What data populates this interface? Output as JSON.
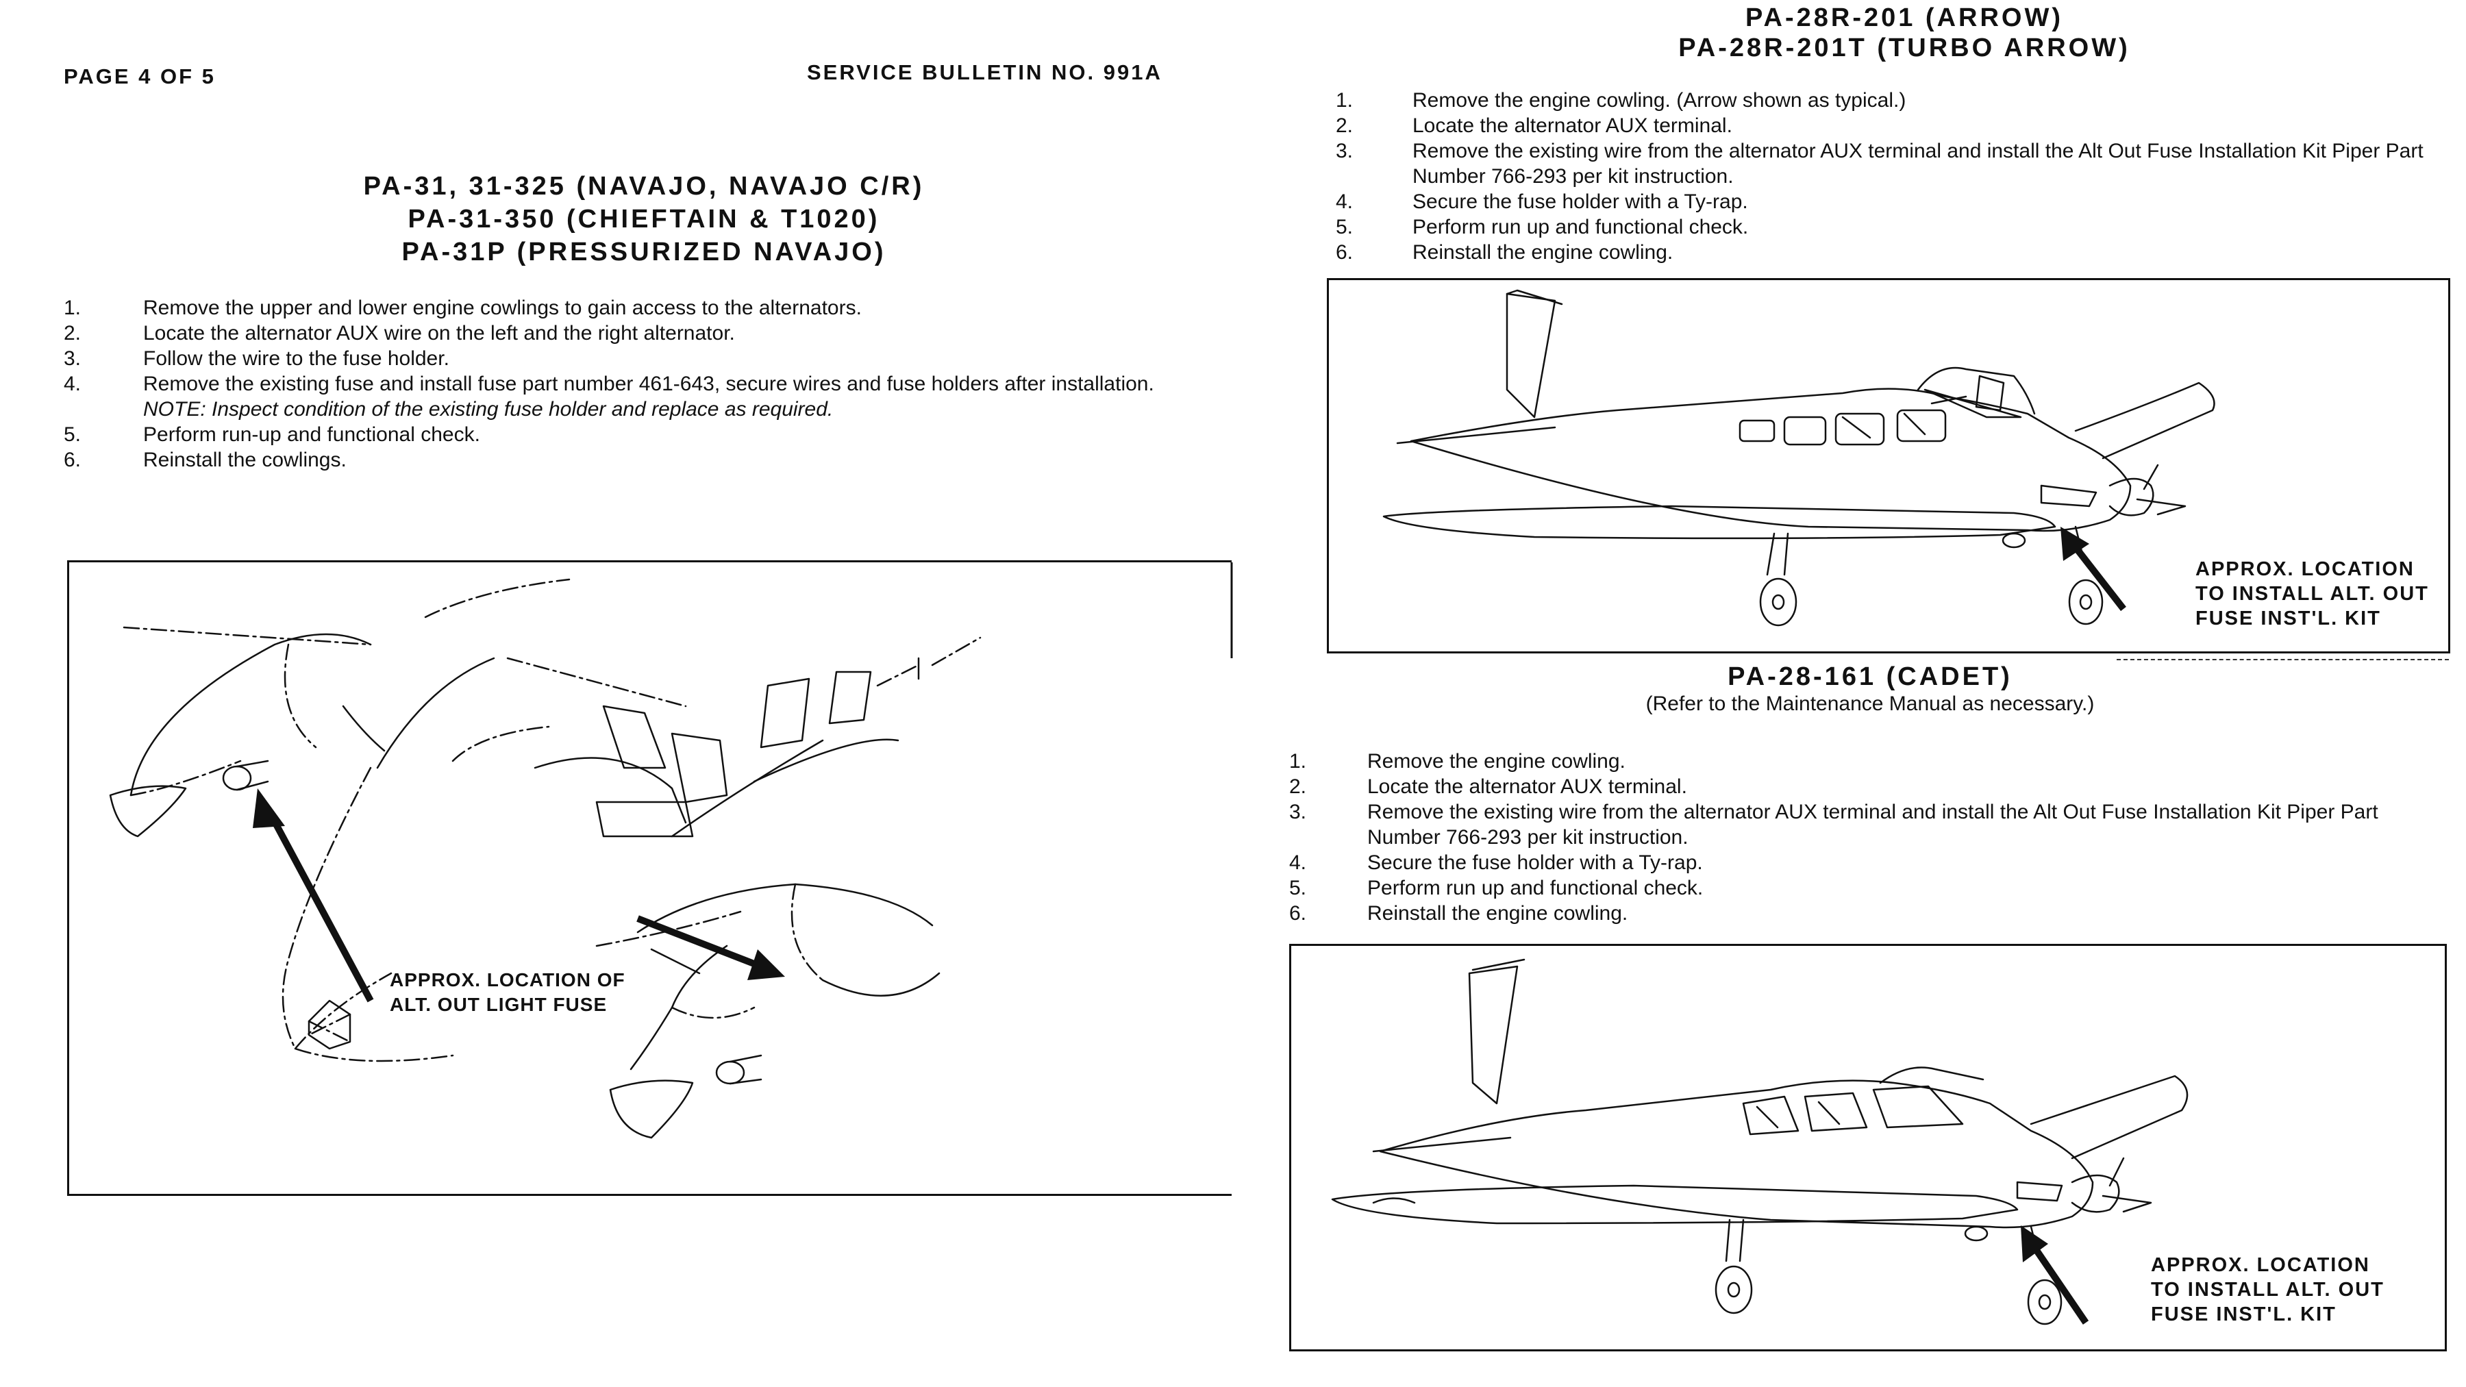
{
  "header": {
    "page": "PAGE 4  OF  5",
    "bulletin": "SERVICE BULLETIN NO.  991A"
  },
  "navajo": {
    "title_lines": [
      "PA-31, 31-325 (NAVAJO, NAVAJO C/R)",
      "PA-31-350 (CHIEFTAIN & T1020)",
      "PA-31P (PRESSURIZED NAVAJO)"
    ],
    "steps": [
      {
        "num": "1.",
        "text": "Remove the upper and lower engine cowlings to gain access to the alternators."
      },
      {
        "num": "2.",
        "text": "Locate the alternator AUX wire on the left  and the right alternator."
      },
      {
        "num": "3.",
        "text": "Follow the wire to the fuse holder."
      },
      {
        "num": "4.",
        "text": "Remove the existing fuse and install fuse part number 461-643, secure wires and fuse holders after installation. ",
        "note": "NOTE: Inspect condition of the existing fuse holder and replace as required."
      },
      {
        "num": "5.",
        "text": "Perform run-up and functional check."
      },
      {
        "num": "6.",
        "text": "Reinstall the cowlings."
      }
    ],
    "callout": [
      "APPROX. LOCATION OF",
      "ALT. OUT LIGHT FUSE"
    ]
  },
  "arrow": {
    "title_lines": [
      "PA-28R-201 (ARROW)",
      "PA-28R-201T (TURBO ARROW)"
    ],
    "steps": [
      {
        "num": "1.",
        "text": "Remove the engine cowling.  (Arrow shown as typical.)"
      },
      {
        "num": "2.",
        "text": "Locate the alternator AUX terminal."
      },
      {
        "num": "3.",
        "text": "Remove the existing wire from the alternator AUX terminal and install the Alt Out Fuse Installation Kit Piper Part Number  766-293 per kit instruction."
      },
      {
        "num": "4.",
        "text": "Secure the fuse holder with a Ty-rap."
      },
      {
        "num": "5.",
        "text": "Perform run up and functional check."
      },
      {
        "num": "6.",
        "text": "Reinstall the engine cowling."
      }
    ],
    "callout": [
      "APPROX. LOCATION",
      "TO INSTALL ALT. OUT",
      "FUSE INST'L. KIT"
    ]
  },
  "cadet": {
    "title": "PA-28-161 (CADET)",
    "subtitle": "(Refer to the Maintenance Manual as necessary.)",
    "steps": [
      {
        "num": "1.",
        "text": "Remove the engine cowling."
      },
      {
        "num": "2.",
        "text": "Locate the alternator AUX terminal."
      },
      {
        "num": "3.",
        "text": "Remove the existing wire from the alternator AUX terminal and install the Alt Out Fuse Installation Kit Piper Part Number  766-293 per kit instruction."
      },
      {
        "num": "4.",
        "text": "Secure the fuse holder with a Ty-rap."
      },
      {
        "num": "5.",
        "text": "Perform run up and functional check."
      },
      {
        "num": "6.",
        "text": "Reinstall the engine cowling."
      }
    ],
    "callout": [
      "APPROX. LOCATION",
      "TO INSTALL ALT. OUT",
      "FUSE INST'L. KIT"
    ]
  }
}
